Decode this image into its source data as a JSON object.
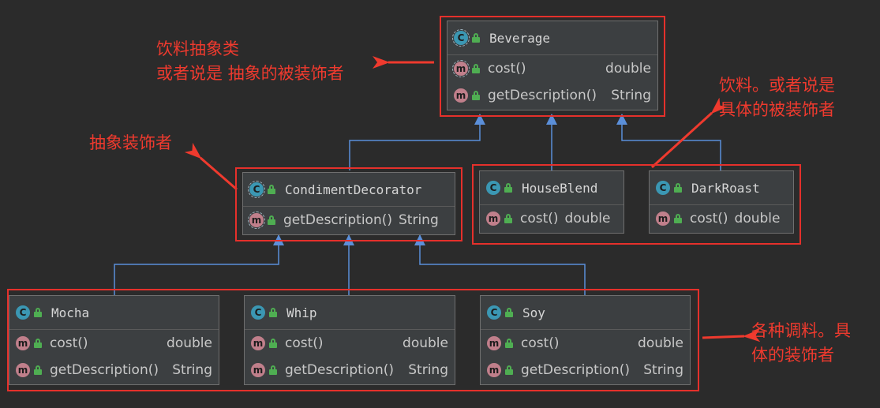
{
  "classes": {
    "beverage": {
      "name": "Beverage",
      "methods": [
        {
          "name": "cost()",
          "type": "double"
        },
        {
          "name": "getDescription()",
          "type": "String"
        }
      ]
    },
    "condiment_decorator": {
      "name": "CondimentDecorator",
      "methods": [
        {
          "name": "getDescription()",
          "type": "String"
        }
      ]
    },
    "house_blend": {
      "name": "HouseBlend",
      "methods": [
        {
          "name": "cost()",
          "type": "double"
        }
      ]
    },
    "dark_roast": {
      "name": "DarkRoast",
      "methods": [
        {
          "name": "cost()",
          "type": "double"
        }
      ]
    },
    "mocha": {
      "name": "Mocha",
      "methods": [
        {
          "name": "cost()",
          "type": "double"
        },
        {
          "name": "getDescription()",
          "type": "String"
        }
      ]
    },
    "whip": {
      "name": "Whip",
      "methods": [
        {
          "name": "cost()",
          "type": "double"
        },
        {
          "name": "getDescription()",
          "type": "String"
        }
      ]
    },
    "soy": {
      "name": "Soy",
      "methods": [
        {
          "name": "cost()",
          "type": "double"
        },
        {
          "name": "getDescription()",
          "type": "String"
        }
      ]
    }
  },
  "badges": {
    "class": "C",
    "method": "m"
  },
  "annotations": {
    "abstract_beverage": [
      "饮料抽象类",
      "或者说是 抽象的被装饰者"
    ],
    "abstract_decorator": [
      "抽象装饰者"
    ],
    "concrete_beverage": [
      "饮料。或者说是",
      "具体的被装饰者"
    ],
    "concrete_decorators": [
      "各种调料。具",
      "体的装饰者"
    ]
  },
  "colors": {
    "background": "#2b2b2b",
    "annotation": "#ef3a2e",
    "edge": "#5b8fd9",
    "class_badge": "#3b97b3",
    "method_badge": "#c07f8b",
    "visibility_public": "#4fae52"
  }
}
